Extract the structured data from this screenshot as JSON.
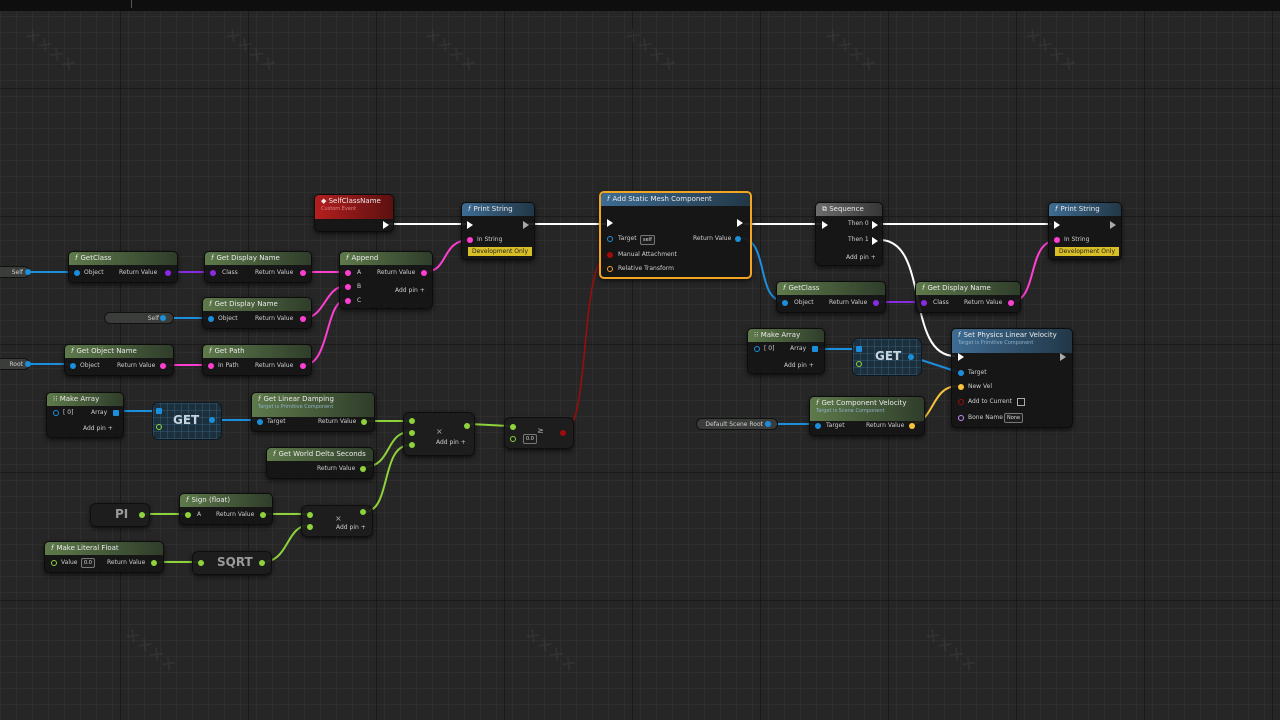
{
  "colors": {
    "exec": "#ffffff",
    "object": "#1c8fdc",
    "class": "#8a2be2",
    "string": "#ff3fd2",
    "float": "#8ed33b",
    "vector": "#f7c33a",
    "bool": "#a10b0b",
    "name": "#c890ff",
    "selection": "#f1a522"
  },
  "event": {
    "title": "SelfClassName",
    "subtitle": "Custom Event"
  },
  "print_string_1": {
    "title": "Print String",
    "in_string": "In String",
    "dev_only": "Development Only"
  },
  "print_string_2": {
    "title": "Print String",
    "in_string": "In String",
    "dev_only": "Development Only"
  },
  "add_static_mesh": {
    "title": "Add Static Mesh Component",
    "target": "Target",
    "target_value": "self",
    "return_value": "Return Value",
    "manual_attachment": "Manual Attachment",
    "relative_transform": "Relative Transform"
  },
  "sequence": {
    "title": "Sequence",
    "then0": "Then 0",
    "then1": "Then 1",
    "add_pin": "Add pin"
  },
  "get_class_1": {
    "title": "GetClass",
    "object": "Object",
    "return_value": "Return Value"
  },
  "get_display_name_1": {
    "title": "Get Display Name",
    "class": "Class",
    "return_value": "Return Value"
  },
  "get_display_name_2": {
    "title": "Get Display Name",
    "object": "Object",
    "return_value": "Return Value"
  },
  "append": {
    "title": "Append",
    "a": "A",
    "b": "B",
    "c": "C",
    "return_value": "Return Value",
    "add_pin": "Add pin"
  },
  "get_object_name": {
    "title": "Get Object Name",
    "object": "Object",
    "return_value": "Return Value"
  },
  "get_path": {
    "title": "Get Path",
    "in_path": "In Path",
    "return_value": "Return Value"
  },
  "self_left": "Self",
  "self_pill": "Self",
  "root_left": "Root",
  "make_array_1": {
    "title": "Make Array",
    "index": "[ 0]",
    "array": "Array",
    "add_pin": "Add pin"
  },
  "get_1": "GET",
  "get_linear_damping": {
    "title": "Get Linear Damping",
    "subtitle": "Target is Primitive Component",
    "target": "Target",
    "return_value": "Return Value"
  },
  "get_world_delta": {
    "title": "Get World Delta Seconds",
    "return_value": "Return Value"
  },
  "multiply_1": {
    "add_pin": "Add pin"
  },
  "pi": "PI",
  "sign": {
    "title": "Sign (float)",
    "a": "A",
    "return_value": "Return Value"
  },
  "multiply_2": {
    "add_pin": "Add pin"
  },
  "make_literal_float": {
    "title": "Make Literal Float",
    "value": "Value",
    "value_field": "0.0",
    "return_value": "Return Value"
  },
  "sqrt": "SQRT",
  "compare": {
    "field": "0.0"
  },
  "get_class_2": {
    "title": "GetClass",
    "object": "Object",
    "return_value": "Return Value"
  },
  "get_display_name_3": {
    "title": "Get Display Name",
    "class": "Class",
    "return_value": "Return Value"
  },
  "make_array_2": {
    "title": "Make Array",
    "index": "[ 0]",
    "array": "Array",
    "add_pin": "Add pin"
  },
  "get_2": "GET",
  "set_physics": {
    "title": "Set Physics Linear Velocity",
    "subtitle": "Target is Primitive Component",
    "target": "Target",
    "new_vel": "New Vel",
    "add_to_current": "Add to Current",
    "bone_name": "Bone Name",
    "bone_field": "None"
  },
  "get_component_velocity": {
    "title": "Get Component Velocity",
    "subtitle": "Target is Scene Component",
    "target": "Target",
    "return_value": "Return Value"
  },
  "default_scene_root": "Default Scene Root",
  "icons": [
    "function-icon",
    "event-icon",
    "array-icon",
    "cursor-icon",
    "dropdown-arrow-icon"
  ]
}
